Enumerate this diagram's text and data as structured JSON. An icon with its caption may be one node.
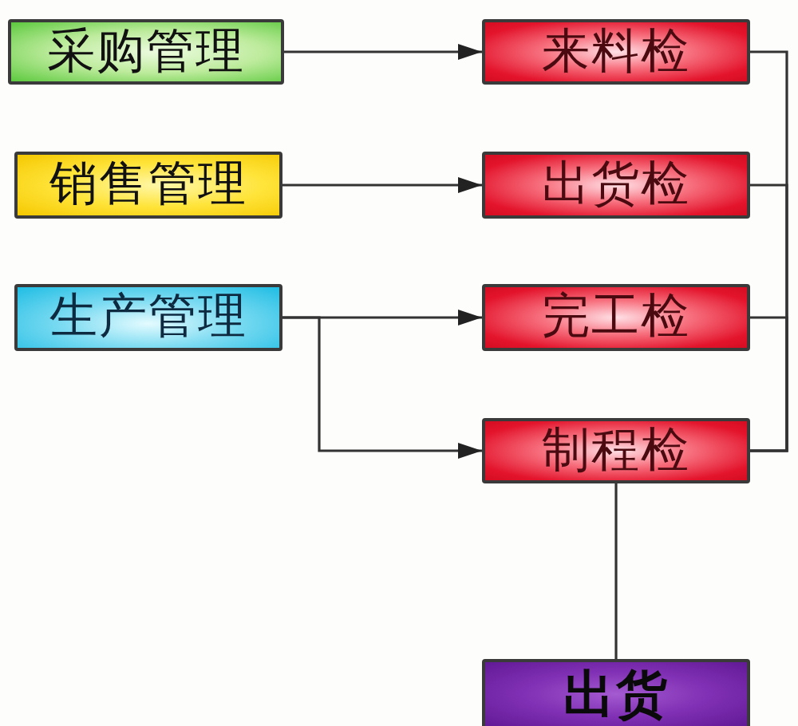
{
  "diagram": {
    "nodes": [
      {
        "text": [
          "采购管理"
        ]
      },
      {
        "text": [
          "来料检"
        ]
      },
      {
        "text": [
          "销售管理"
        ]
      },
      {
        "text": [
          "出货检"
        ]
      },
      {
        "text": [
          "生产管理"
        ]
      },
      {
        "text": [
          "完工检"
        ]
      },
      {
        "text": [
          "制程检"
        ]
      },
      {
        "text": [
          "出货"
        ]
      }
    ],
    "edges": [
      {
        "from": 0,
        "to": 1,
        "arrow": "to"
      },
      {
        "from": 2,
        "to": 3,
        "arrow": "to"
      },
      {
        "from": 4,
        "to": 5,
        "arrow": "to"
      },
      {
        "from": 4,
        "to": 6,
        "arrow": "to"
      },
      {
        "from": 1,
        "to": 6,
        "arrow": "none"
      },
      {
        "from": 3,
        "to": 6,
        "arrow": "none"
      },
      {
        "from": 5,
        "to": 6,
        "arrow": "none"
      },
      {
        "from": 6,
        "to": 7,
        "arrow": "none"
      }
    ]
  }
}
